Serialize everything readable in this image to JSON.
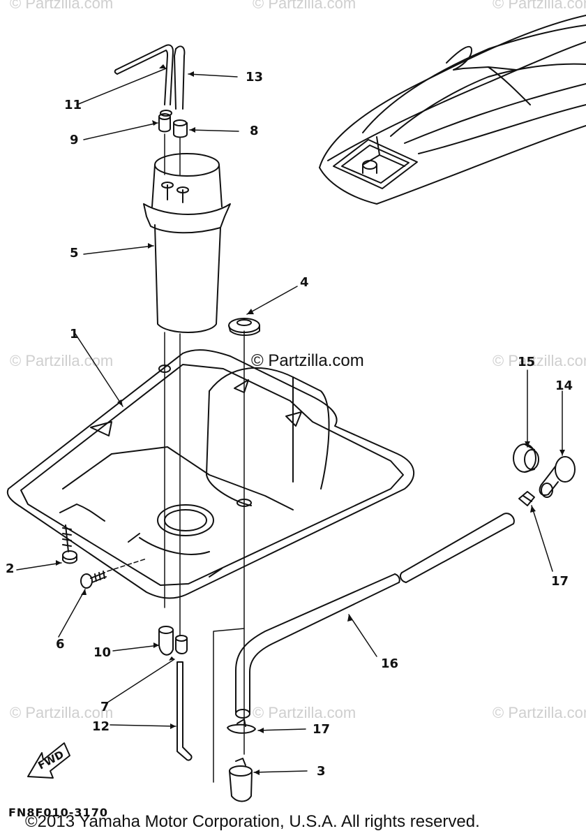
{
  "watermarks": {
    "w1": "© Partzilla.com",
    "w2": "© Partzilla.com",
    "w3": "© Partzilla.com",
    "w4": "© Partzilla.com",
    "w5": "© Partzilla.com",
    "w6": "© Partzilla.com",
    "w7": "© Partzilla.com",
    "w8": "© Partzilla.com",
    "w9": "© Partzilla.com",
    "center": "© Partzilla.com"
  },
  "callouts": {
    "c1": "1",
    "c2": "2",
    "c3": "3",
    "c4": "4",
    "c5": "5",
    "c6": "6",
    "c7": "7",
    "c8": "8",
    "c9": "9",
    "c10": "10",
    "c11": "11",
    "c12": "12",
    "c13": "13",
    "c14": "14",
    "c15": "15",
    "c16": "16",
    "c17a": "17",
    "c17b": "17"
  },
  "fwd_label": "FWD",
  "diagram_code": "FN8F010-3170",
  "copyright": "©2013  Yamaha Motor Corporation, U.S.A. All rights reserved."
}
